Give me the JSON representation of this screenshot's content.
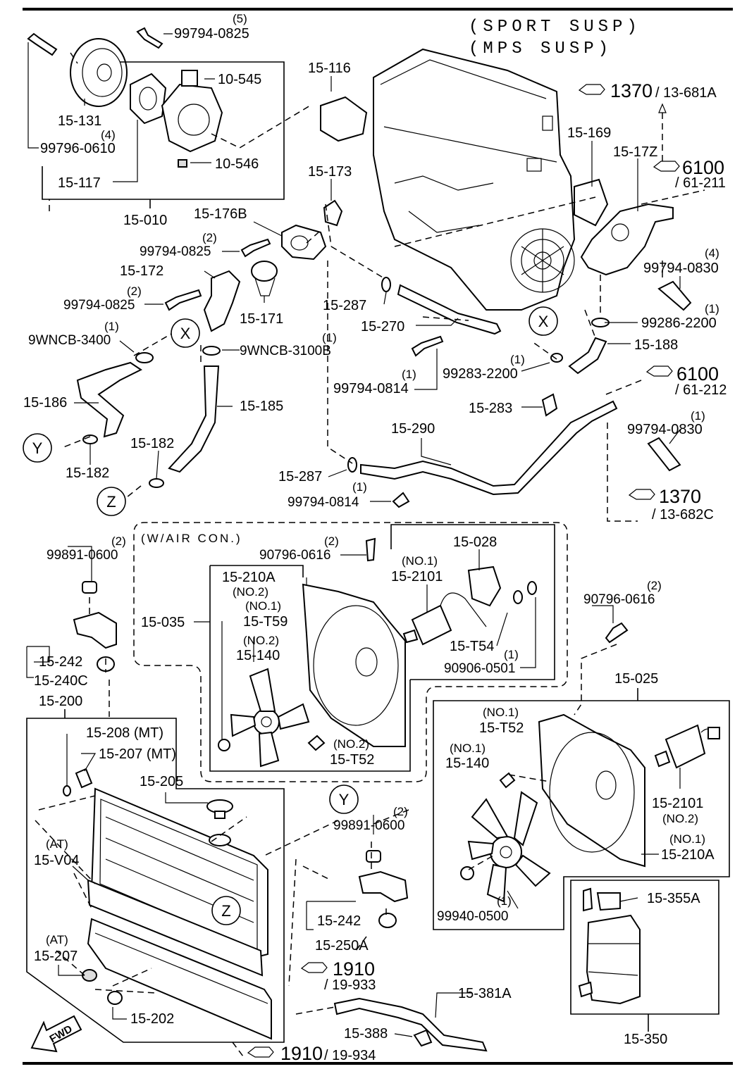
{
  "header": {
    "line1": "(SPORT SUSP)",
    "line2": "(MPS SUSP)"
  },
  "references": {
    "r1370_a_num": "1370",
    "r1370_a_sub": "/ 13-681A",
    "r6100_a_num": "6100",
    "r6100_a_sub": "/ 61-211",
    "r6100_b_num": "6100",
    "r6100_b_sub": "/ 61-212",
    "r1370_b_num": "1370",
    "r1370_b_sub": "/ 13-682C",
    "r1910_a_num": "1910",
    "r1910_a_sub": "/ 19-933",
    "r1910_b_num": "1910",
    "r1910_b_sub": "/ 19-934"
  },
  "markers": {
    "x": "X",
    "y": "Y",
    "z": "Z",
    "fwd": "FWD"
  },
  "notes": {
    "air_con": "(W/AIR CON.)"
  },
  "labels": {
    "p99794_0825_top_qty": "(5)",
    "p99794_0825_top": "99794-0825",
    "p10_545": "10-545",
    "p15_131": "15-131",
    "p99796_0610_qty": "(4)",
    "p99796_0610": "99796-0610",
    "p10_546": "10-546",
    "p15_117": "15-117",
    "p15_010": "15-010",
    "p15_116": "15-116",
    "p15_173": "15-173",
    "p15_176b": "15-176B",
    "p99794_0825_a_qty": "(2)",
    "p99794_0825_a": "99794-0825",
    "p15_172": "15-172",
    "p99794_0825_b_qty": "(2)",
    "p99794_0825_b": "99794-0825",
    "p15_171": "15-171",
    "p15_287_a": "15-287",
    "p15_270": "15-270",
    "p15_169": "15-169",
    "p15_17z": "15-17Z",
    "p99794_0830_a_qty": "(4)",
    "p99794_0830_a": "99794-0830",
    "p99286_2200_qty": "(1)",
    "p99286_2200": "99286-2200",
    "p15_188": "15-188",
    "p9wncb_3400_qty": "(1)",
    "p9wncb_3400": "9WNCB-3400",
    "p9wncb_3100b_qty": "(1)",
    "p9wncb_3100b": "9WNCB-3100B",
    "p99283_2200_qty": "(1)",
    "p99283_2200": "99283-2200",
    "p99794_0814_a_qty": "(1)",
    "p99794_0814_a": "99794-0814",
    "p15_186": "15-186",
    "p15_185": "15-185",
    "p15_283": "15-283",
    "p15_290": "15-290",
    "p99794_0830_b_qty": "(1)",
    "p99794_0830_b": "99794-0830",
    "p15_182_a": "15-182",
    "p15_182_b": "15-182",
    "p15_287_b": "15-287",
    "p99794_0814_b_qty": "(1)",
    "p99794_0814_b": "99794-0814",
    "p99891_0600_a_qty": "(2)",
    "p99891_0600_a": "99891-0600",
    "p90796_0616_a_qty": "(2)",
    "p90796_0616_a": "90796-0616",
    "p15_028": "15-028",
    "p15_210a_a": "15-210A",
    "no2_a": "(NO.2)",
    "no1_a": "(NO.1)",
    "p15_2101_a": "15-2101",
    "no1_b": "(NO.1)",
    "p15_035": "15-035",
    "p15_t59": "15-T59",
    "no2_b": "(NO.2)",
    "p15_140_a": "15-140",
    "p15_t54": "15-T54",
    "p90906_0501_qty": "(1)",
    "p90906_0501": "90906-0501",
    "p90796_0616_b_qty": "(2)",
    "p90796_0616_b": "90796-0616",
    "p15_242_a": "15-242",
    "p15_240c": "15-240C",
    "p15_200": "15-200",
    "p15_025": "15-025",
    "no2_c": "(NO.2)",
    "p15_t52_a": "15-T52",
    "p15_208": "15-208 (MT)",
    "p15_207_mt": "15-207 (MT)",
    "no1_c": "(NO.1)",
    "p15_t52_b": "15-T52",
    "no1_d": "(NO.1)",
    "p15_140_b": "15-140",
    "p15_205": "15-205",
    "p15_2101_b": "15-2101",
    "no2_d": "(NO.2)",
    "at_a": "(AT)",
    "p15_v04": "15-V04",
    "p99891_0600_b_qty": "(2)",
    "p99891_0600_b": "99891-0600",
    "no1_e": "(NO.1)",
    "p15_210a_b": "15-210A",
    "p15_355a": "15-355A",
    "p15_242_b": "15-242",
    "p15_250a": "15-250A",
    "p99940_0500_qty": "(1)",
    "p99940_0500": "99940-0500",
    "at_b": "(AT)",
    "p15_207_at": "15-207",
    "p15_381a": "15-381A",
    "p15_202": "15-202",
    "p15_388": "15-388",
    "p15_350": "15-350"
  }
}
